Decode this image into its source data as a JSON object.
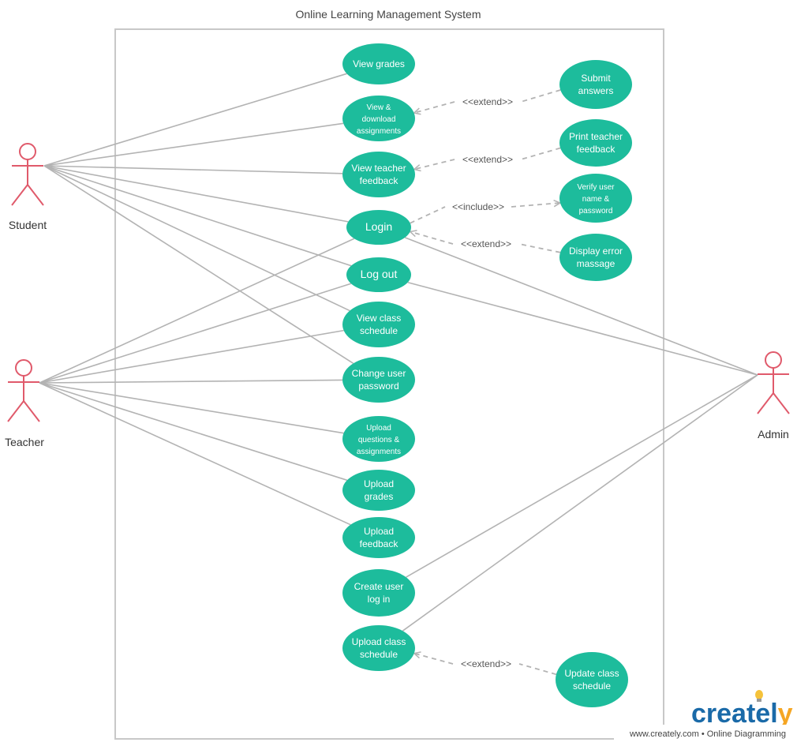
{
  "title": "Online Learning Management System",
  "colors": {
    "usecase_fill": "#1dbc9c",
    "actor_stroke": "#e05a6b",
    "line": "#b3b3b3",
    "dashed": "#b3b3b3",
    "boundary": "#c8c8c8"
  },
  "actors": [
    {
      "id": "student",
      "label": "Student"
    },
    {
      "id": "teacher",
      "label": "Teacher"
    },
    {
      "id": "admin",
      "label": "Admin"
    }
  ],
  "use_cases": [
    {
      "id": "view_grades",
      "lines": [
        "View grades"
      ]
    },
    {
      "id": "view_download",
      "lines": [
        "View &",
        "download",
        "assignments"
      ]
    },
    {
      "id": "view_feedback",
      "lines": [
        "View teacher",
        "feedback"
      ]
    },
    {
      "id": "login",
      "lines": [
        "Login"
      ]
    },
    {
      "id": "logout",
      "lines": [
        "Log out"
      ]
    },
    {
      "id": "view_schedule",
      "lines": [
        "View class",
        "schedule"
      ]
    },
    {
      "id": "change_password",
      "lines": [
        "Change user",
        "password"
      ]
    },
    {
      "id": "upload_questions",
      "lines": [
        "Upload",
        "questions &",
        "assignments"
      ]
    },
    {
      "id": "upload_grades",
      "lines": [
        "Upload",
        "grades"
      ]
    },
    {
      "id": "upload_feedback",
      "lines": [
        "Upload",
        "feedback"
      ]
    },
    {
      "id": "create_login",
      "lines": [
        "Create user",
        "log in"
      ]
    },
    {
      "id": "upload_schedule",
      "lines": [
        "Upload class",
        "schedule"
      ]
    },
    {
      "id": "submit_answers",
      "lines": [
        "Submit",
        "answers"
      ]
    },
    {
      "id": "print_feedback",
      "lines": [
        "Print teacher",
        "feedback"
      ]
    },
    {
      "id": "verify_user",
      "lines": [
        "Verify user",
        "name &",
        "password"
      ]
    },
    {
      "id": "display_error",
      "lines": [
        "Display error",
        "massage"
      ]
    },
    {
      "id": "update_schedule",
      "lines": [
        "Update class",
        "schedule"
      ]
    }
  ],
  "associations": [
    {
      "actor": "student",
      "use_case": "view_grades"
    },
    {
      "actor": "student",
      "use_case": "view_download"
    },
    {
      "actor": "student",
      "use_case": "view_feedback"
    },
    {
      "actor": "student",
      "use_case": "login"
    },
    {
      "actor": "student",
      "use_case": "logout"
    },
    {
      "actor": "student",
      "use_case": "view_schedule"
    },
    {
      "actor": "student",
      "use_case": "change_password"
    },
    {
      "actor": "teacher",
      "use_case": "login"
    },
    {
      "actor": "teacher",
      "use_case": "logout"
    },
    {
      "actor": "teacher",
      "use_case": "view_schedule"
    },
    {
      "actor": "teacher",
      "use_case": "change_password"
    },
    {
      "actor": "teacher",
      "use_case": "upload_questions"
    },
    {
      "actor": "teacher",
      "use_case": "upload_grades"
    },
    {
      "actor": "teacher",
      "use_case": "upload_feedback"
    },
    {
      "actor": "admin",
      "use_case": "login"
    },
    {
      "actor": "admin",
      "use_case": "logout"
    },
    {
      "actor": "admin",
      "use_case": "create_login"
    },
    {
      "actor": "admin",
      "use_case": "upload_schedule"
    }
  ],
  "relationships": [
    {
      "from": "submit_answers",
      "to": "view_download",
      "label": "<<extend>>"
    },
    {
      "from": "print_feedback",
      "to": "view_feedback",
      "label": "<<extend>>"
    },
    {
      "from": "login",
      "to": "verify_user",
      "label": "<<include>>"
    },
    {
      "from": "display_error",
      "to": "login",
      "label": "<<extend>>"
    },
    {
      "from": "update_schedule",
      "to": "upload_schedule",
      "label": "<<extend>>"
    }
  ],
  "branding": {
    "logo_text": "creately",
    "footer": "www.creately.com • Online Diagramming"
  }
}
